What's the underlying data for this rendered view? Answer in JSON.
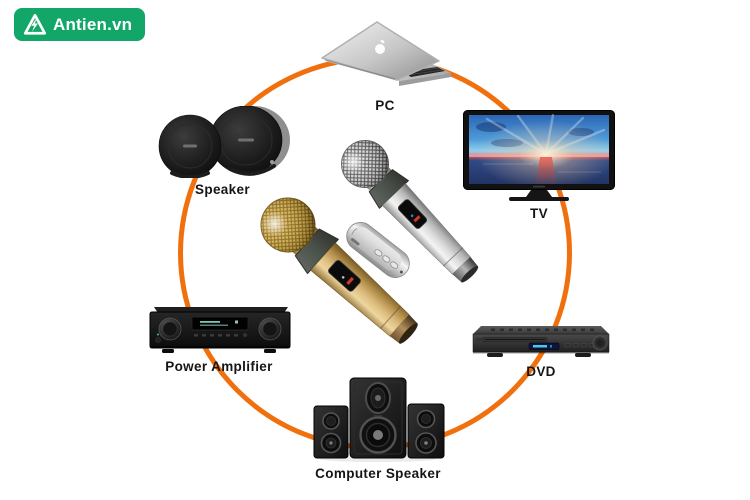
{
  "brand": {
    "name": "Antien.vn",
    "logo_icon": "lightning-a-icon",
    "bg_color": "#12A669",
    "text_color": "#FFFFFF"
  },
  "diagram": {
    "type": "hub-and-ring connectivity diagram",
    "ring_color": "#F1700E",
    "label_color": "#151515",
    "center": {
      "items": [
        "gold-wireless-microphone",
        "silver-wireless-microphone",
        "receiver-dongle"
      ]
    },
    "nodes": [
      {
        "id": "pc",
        "label": "PC",
        "icon": "laptop-image",
        "position": "top"
      },
      {
        "id": "tv",
        "label": "TV",
        "icon": "tv-image",
        "position": "upper-right"
      },
      {
        "id": "speaker",
        "label": "Speaker",
        "icon": "round-speakers-image",
        "position": "upper-left"
      },
      {
        "id": "power-amplifier",
        "label": "Power Amplifier",
        "icon": "av-receiver-image",
        "position": "lower-left"
      },
      {
        "id": "dvd",
        "label": "DVD",
        "icon": "dvd-player-image",
        "position": "lower-right"
      },
      {
        "id": "computer-speaker",
        "label": "Computer Speaker",
        "icon": "speaker-system-image",
        "position": "bottom"
      }
    ]
  }
}
